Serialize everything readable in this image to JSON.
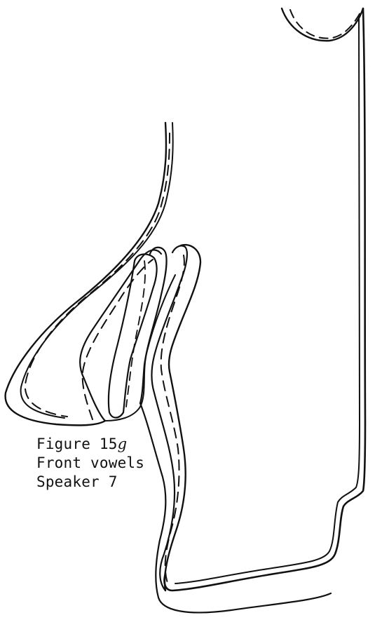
{
  "caption": {
    "figure_prefix": "Figure 15",
    "figure_letter": "g",
    "line2": "Front vowels",
    "line3": "Speaker 7"
  },
  "colors": {
    "ink": "#111111",
    "background": "#ffffff"
  }
}
